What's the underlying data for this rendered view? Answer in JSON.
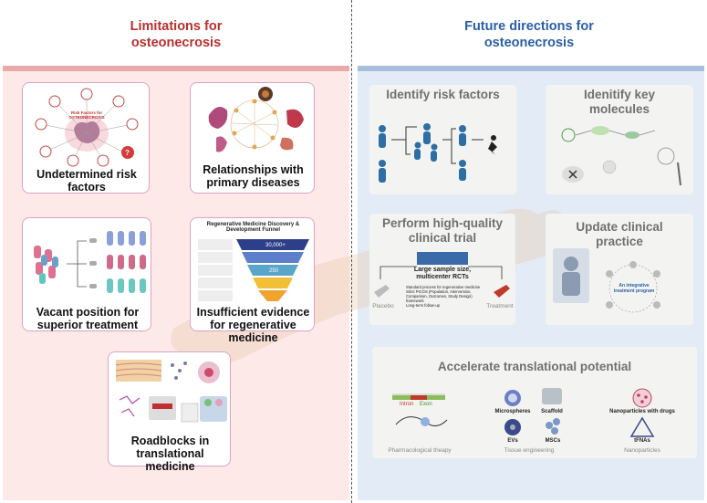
{
  "left": {
    "header": "Limitations for\nosteonecrosis",
    "cards": {
      "risk": {
        "title": "Undetermined risk factors",
        "center_label": "Risk Factors for OSTEONECROSIS"
      },
      "relationships": {
        "title": "Relationships with primary diseases"
      },
      "vacant": {
        "title": "Vacant position for superior treatment"
      },
      "regen": {
        "title": "Insufficient evidence for regenerative medicine",
        "funnel_title": "Regenerative Medicine Discovery & Development Funnel",
        "funnel_levels": [
          "30,000+",
          "",
          "250",
          "",
          ""
        ]
      },
      "roadblocks": {
        "title": "Roadblocks in translational medicine"
      }
    }
  },
  "right": {
    "header": "Future directions for\nosteonecrosis",
    "cards": {
      "identify_risk": {
        "title": "Identify risk factors"
      },
      "identify_molecules": {
        "title": "Idenitify key molecules"
      },
      "trial": {
        "title": "Perform high-quality clinical trial",
        "box_label": "Large sample size, multicenter RCTs",
        "placebo": "Placebo",
        "treatment": "Treatment",
        "bullets": [
          "Standard process for regenerative medicine",
          "Strict PICOS (Population, Intervention, Comparison, Outcomes, Study Design) framework",
          "Long-term follow-up"
        ]
      },
      "update": {
        "title": "Update clinical practice",
        "center_label": "An integrative treatment program"
      },
      "accelerate": {
        "title": "Accelerate translational potential",
        "intron": "Intron",
        "exon": "Exon",
        "pharm": "Pharmacological theapy",
        "microspheres": "Microspheres",
        "scaffold": "Scaffold",
        "evs": "EVs",
        "mscs": "MSCs",
        "tissue": "Tissue engineering",
        "nano_drugs": "Nanoparticles with drugs",
        "tfnas": "tFNAs",
        "nanoparticles": "Nanoparticles"
      }
    }
  },
  "colors": {
    "left_header": "#b8302f",
    "right_header": "#2a5ea8",
    "left_panel": "#fde9e8",
    "right_panel": "#e3ebf6"
  }
}
